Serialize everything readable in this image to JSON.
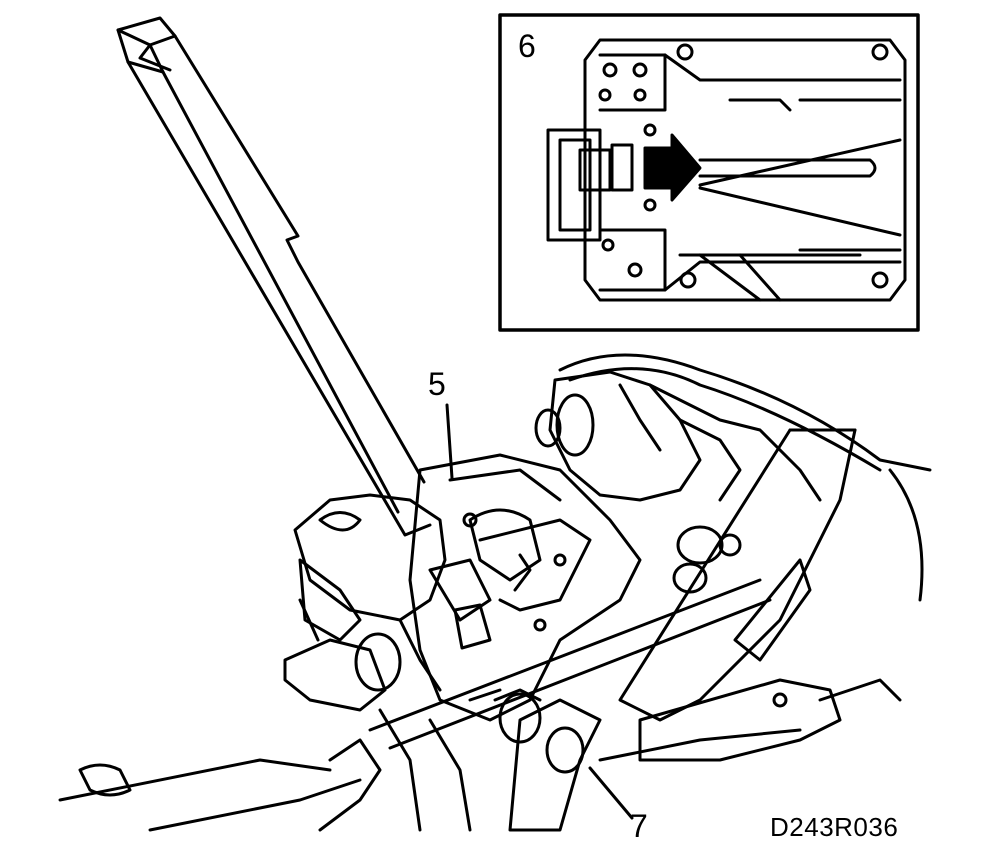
{
  "colors": {
    "line": "#000000",
    "fill": "#ffffff"
  },
  "callouts": {
    "five": "5",
    "six": "6",
    "seven": "7"
  },
  "figure_code": "D243R036",
  "inset": {
    "arrow_icon": "arrow-right-icon"
  }
}
